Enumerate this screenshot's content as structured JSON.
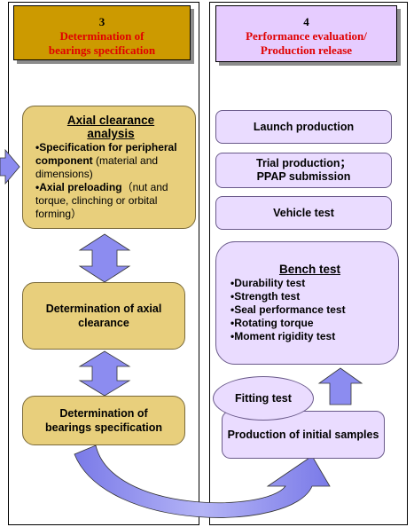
{
  "left_header": {
    "number": "3",
    "title_line1": "Determination of",
    "title_line2": "bearings specification"
  },
  "right_header": {
    "number": "4",
    "title_line1": "Performance evaluation/",
    "title_line2": "Production release"
  },
  "axial_box": {
    "title_line1": "Axial clearance",
    "title_line2": "analysis",
    "b1_bold": "•Specification for peripheral component",
    "b1_normal": "(material and dimensions)",
    "b2_bold": "•Axial preloading",
    "b2_normal": "（nut and torque, clinching or orbital forming）"
  },
  "determination_axial": "Determination of axial clearance",
  "determination_bearings": "Determination of bearings specification",
  "launch_production": "Launch production",
  "trial_production_line1": "Trial production；",
  "trial_production_line2": "PPAP submission",
  "vehicle_test": "Vehicle test",
  "bench_test": {
    "title": "Bench test",
    "items": [
      "•Durability test",
      "•Strength test",
      "•Seal performance test",
      "•Rotating torque",
      "•Moment rigidity test"
    ]
  },
  "fitting_test": "Fitting test",
  "production_initial": "Production of initial samples",
  "colors": {
    "tan": "#e8cf7c",
    "header_tan": "#cc9a00",
    "lilac": "#eadcff",
    "arrow": "#8c8cf0",
    "red_text": "#e00000"
  }
}
